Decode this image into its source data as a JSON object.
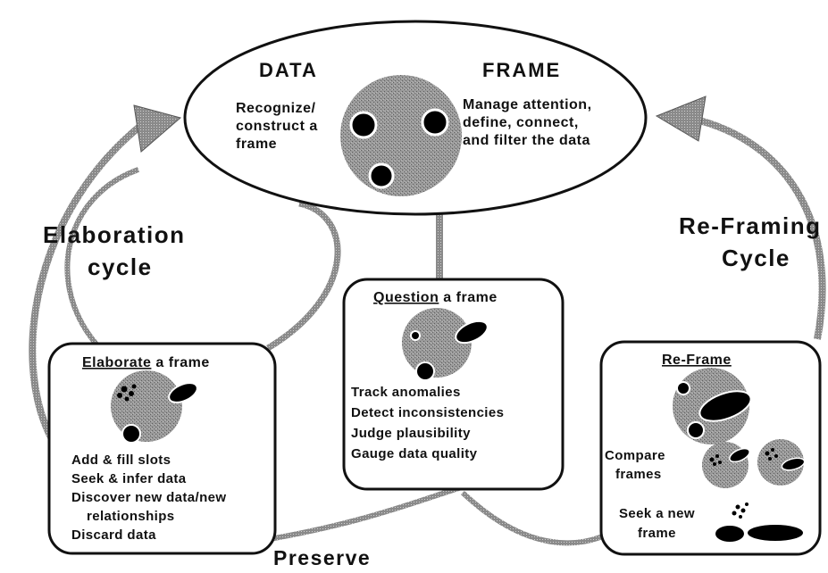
{
  "colors": {
    "ink": "#111111",
    "texture_fill": "#8f8f8f",
    "arc_stroke": "#7a7a7a",
    "background": "#ffffff"
  },
  "central_frame": {
    "data_heading": "DATA",
    "data_lines": [
      "Recognize/",
      "construct a",
      "frame"
    ],
    "frame_heading": "FRAME",
    "frame_lines": [
      "Manage attention,",
      "define, connect,",
      "and filter the data"
    ]
  },
  "cycles": {
    "elaboration": [
      "Elaboration",
      "cycle"
    ],
    "reframing": [
      "Re-Framing",
      "Cycle"
    ],
    "preserve": "Preserve"
  },
  "elaborate_box": {
    "title_keyword": "Elaborate",
    "title_rest": " a frame",
    "items": [
      "Add & fill slots",
      "Seek & infer data",
      "Discover new data/new",
      "relationships",
      "Discard data"
    ]
  },
  "question_box": {
    "title_keyword": "Question",
    "title_rest": " a frame",
    "items": [
      "Track anomalies",
      "Detect inconsistencies",
      "Judge plausibility",
      "Gauge data quality"
    ]
  },
  "reframe_box": {
    "title": "Re-Frame",
    "compare_lines": [
      "Compare",
      "frames"
    ],
    "seek_lines": [
      "Seek a new",
      "frame"
    ]
  }
}
